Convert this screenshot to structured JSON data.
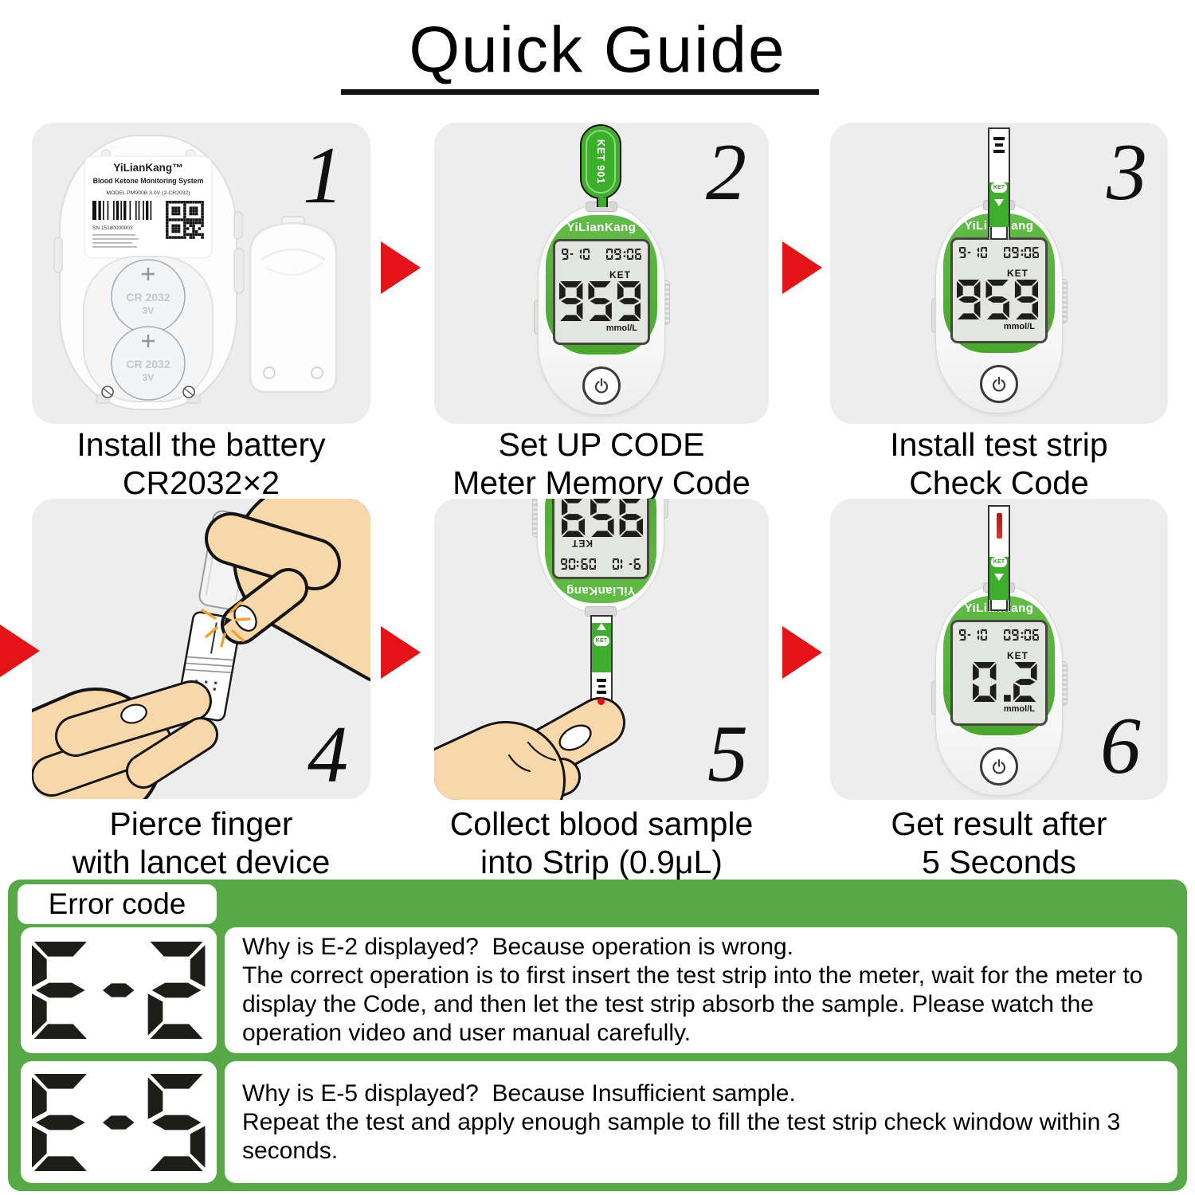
{
  "title": "Quick Guide",
  "meter": {
    "brand": "YiLianKang",
    "date": "9-10",
    "time": "09:06",
    "ket_label": "KET",
    "unit": "mmol/L",
    "code_value": "959",
    "result_value": "0.2",
    "code_strip_label": "KET 901",
    "strip_label": "KET"
  },
  "back_label": {
    "brand": "YiLianKang™",
    "system": "Blood Ketone Monitoring System",
    "model_line": "MODEL PM900B   3.0V (2-CR2032)",
    "sn": "SN 15180000003",
    "battery_type": "CR 2032",
    "battery_voltage": "3V"
  },
  "steps": [
    {
      "number": "1",
      "caption_line1": "Install the battery",
      "caption_line2": "CR2032×2"
    },
    {
      "number": "2",
      "caption_line1": "Set UP CODE",
      "caption_line2": "Meter Memory Code"
    },
    {
      "number": "3",
      "caption_line1": "Install test strip",
      "caption_line2": "Check Code"
    },
    {
      "number": "4",
      "caption_line1": "Pierce finger",
      "caption_line2": "with lancet device"
    },
    {
      "number": "5",
      "caption_line1": "Collect blood sample",
      "caption_line2": "into Strip (0.9μL)"
    },
    {
      "number": "6",
      "caption_line1": "Get result after",
      "caption_line2": "5 Seconds"
    }
  ],
  "error_section": {
    "header": "Error code",
    "errors": [
      {
        "code": "E-2",
        "question": "Why is E-2 displayed?  Because operation is wrong.",
        "answer": "The correct operation is to first insert the test strip into the meter, wait for the meter to display the Code, and then let the test strip absorb the sample. Please watch the operation video and user manual carefully."
      },
      {
        "code": "E-5",
        "question": "Why is E-5 displayed?  Because Insufficient sample.",
        "answer": "Repeat the test and apply enough sample to fill the test strip check window within 3 seconds."
      }
    ]
  },
  "colors": {
    "meter_green": "#53b13a",
    "strip_green": "#3fae2e",
    "error_background": "#57a847",
    "arrow_red": "#e41317",
    "lcd_background": "#e3e6e0",
    "panel_gray": "#ededed"
  }
}
